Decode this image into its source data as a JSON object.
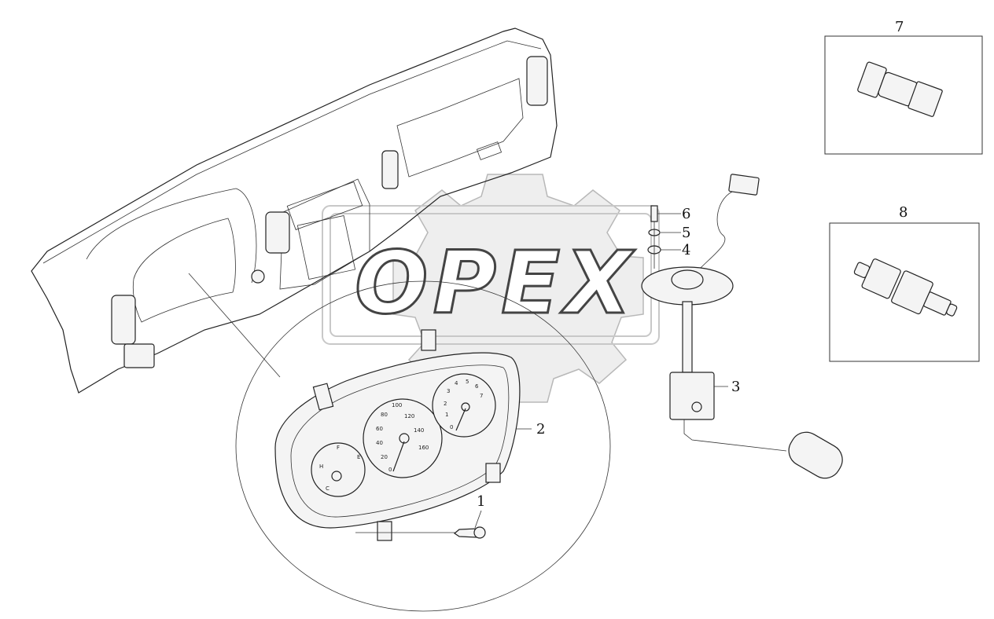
{
  "diagram": {
    "watermark_text": "OPEX",
    "callouts": [
      {
        "id": "1",
        "label": "1"
      },
      {
        "id": "2",
        "label": "2"
      },
      {
        "id": "3",
        "label": "3"
      },
      {
        "id": "4",
        "label": "4"
      },
      {
        "id": "5",
        "label": "5"
      },
      {
        "id": "6",
        "label": "6"
      },
      {
        "id": "7",
        "label": "7"
      },
      {
        "id": "8",
        "label": "8"
      }
    ],
    "speedometer_marks": [
      "0",
      "20",
      "40",
      "60",
      "80",
      "100",
      "120",
      "140",
      "160"
    ],
    "tachometer_marks": [
      "0",
      "1",
      "2",
      "3",
      "4",
      "5",
      "6",
      "7"
    ],
    "fuel_gauge_marks": [
      "F",
      "E"
    ],
    "temp_gauge_marks": [
      "H",
      "C"
    ]
  }
}
